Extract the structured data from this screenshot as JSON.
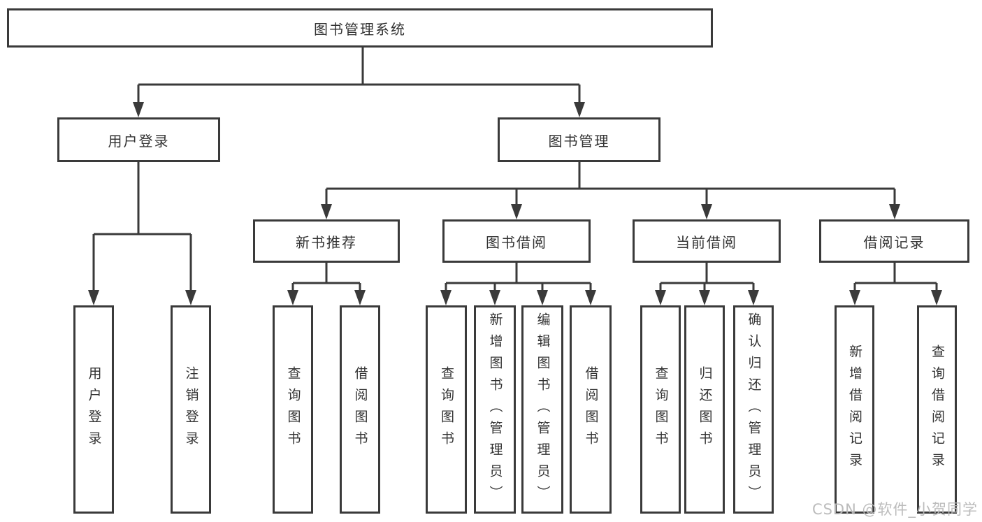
{
  "colors": {
    "line": "#3a3a3a",
    "text": "#323232",
    "watermark": "#b9b9b9"
  },
  "tree": {
    "root": {
      "label": "图书管理系统"
    },
    "branches": [
      {
        "label": "用户登录",
        "children": [
          {
            "label": "用户登录"
          },
          {
            "label": "注销登录"
          }
        ]
      },
      {
        "label": "图书管理",
        "sections": [
          {
            "label": "新书推荐",
            "children": [
              {
                "label": "查询图书"
              },
              {
                "label": "借阅图书"
              }
            ]
          },
          {
            "label": "图书借阅",
            "children": [
              {
                "label": "查询图书"
              },
              {
                "label": "新增图书（管理员）"
              },
              {
                "label": "编辑图书（管理员）"
              },
              {
                "label": "借阅图书"
              }
            ]
          },
          {
            "label": "当前借阅",
            "children": [
              {
                "label": "查询图书"
              },
              {
                "label": "归还图书"
              },
              {
                "label": "确认归还（管理员）"
              }
            ]
          },
          {
            "label": "借阅记录",
            "children": [
              {
                "label": "新增借阅记录"
              },
              {
                "label": "查询借阅记录"
              }
            ]
          }
        ]
      }
    ]
  },
  "watermark": {
    "text": "CSDN @软件_小贺同学"
  }
}
